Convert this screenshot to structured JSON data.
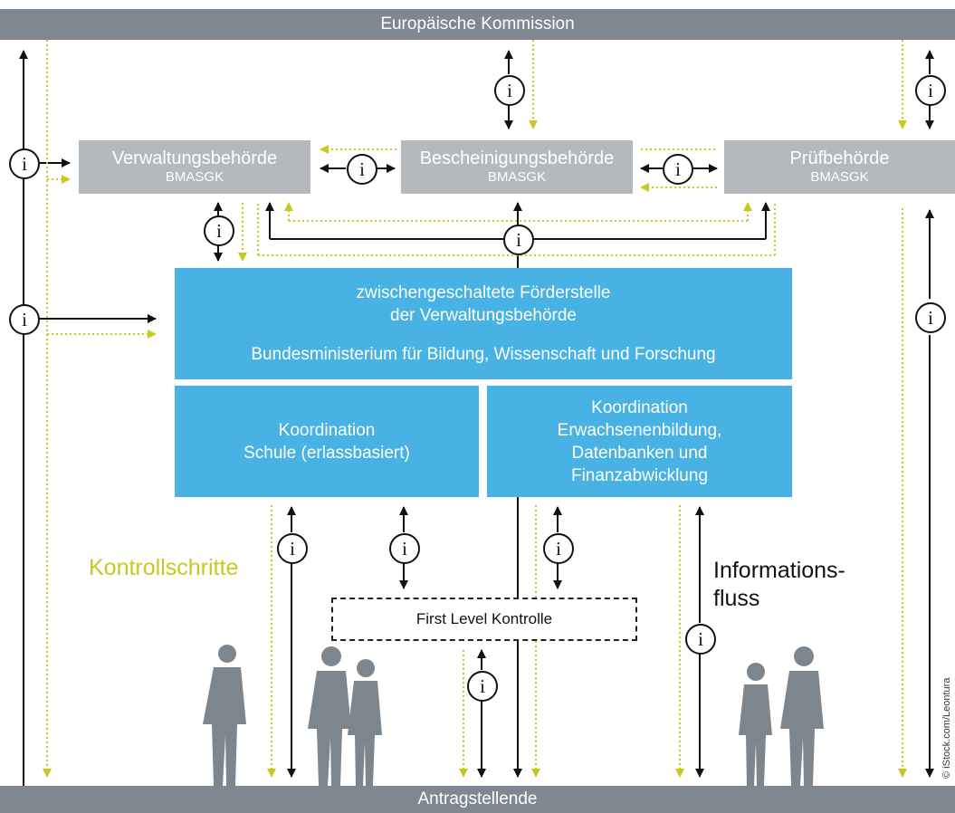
{
  "top_bar": "Europäische Kommission",
  "bottom_bar": "Antragstellende",
  "authorities": [
    {
      "title": "Verwaltungsbehörde",
      "sub": "BMASGK"
    },
    {
      "title": "Bescheinigungsbehörde",
      "sub": "BMASGK"
    },
    {
      "title": "Prüfbehörde",
      "sub": "BMASGK"
    }
  ],
  "intermediate": {
    "line1": "zwischengeschaltete Förderstelle",
    "line2": "der Verwaltungsbehörde",
    "line3": "Bundesministerium für Bildung, Wissenschaft und Forschung"
  },
  "coord_school": {
    "line1": "Koordination",
    "line2": "Schule (erlassbasiert)"
  },
  "coord_adult": {
    "line1": "Koordination",
    "line2": "Erwachsenenbildung,",
    "line3": "Datenbanken und",
    "line4": "Finanzabwicklung"
  },
  "first_level": "First Level Kontrolle",
  "legend_control": "Kontrollschritte",
  "legend_info_1": "Informations-",
  "legend_info_2": "fluss",
  "info_symbol": "i",
  "credit": "© iStock.com/Leontura",
  "colors": {
    "bar_gray": "#7f8890",
    "box_gray": "#b4b9be",
    "box_blue": "#47b2e3",
    "control_yellow": "#c8c81e",
    "info_black": "#111111",
    "silhouette": "#7d868d"
  }
}
